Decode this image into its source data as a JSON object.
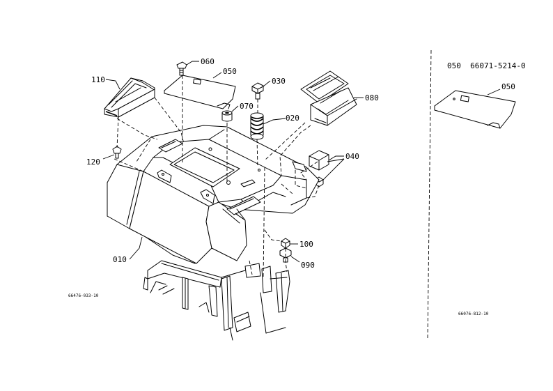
{
  "callouts": {
    "c010": "010",
    "c020": "020",
    "c030": "030",
    "c040": "040",
    "c050": "050",
    "c060": "060",
    "c070": "070",
    "c080": "080",
    "c090": "090",
    "c100": "100",
    "c110": "110",
    "c120": "120"
  },
  "inset": {
    "header": "050  66071-5214-0",
    "part_label": "050",
    "drawing_code": "66076-812-10"
  },
  "main_drawing_code": "66476-033-10"
}
